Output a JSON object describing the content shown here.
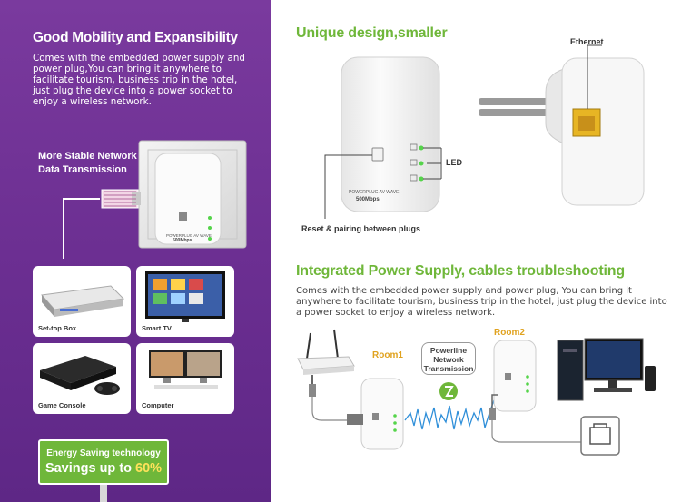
{
  "left": {
    "heading": "Good Mobility and Expansibility",
    "body": "Comes with the embedded power supply and power plug,You can bring it anywhere to facilitate tourism, business trip in the hotel, just plug the device into a power socket to enjoy a wireless network.",
    "stable_line1": "More Stable Network",
    "stable_line2": "Data Transmission",
    "tiles": [
      {
        "label": "Set-top Box"
      },
      {
        "label": "Smart TV"
      },
      {
        "label": "Game Console"
      },
      {
        "label": "Computer"
      }
    ],
    "energy_line1": "Energy Saving technology",
    "energy_line2_prefix": "Savings up to ",
    "energy_line2_value": "60%"
  },
  "right": {
    "heading1": "Unique design,smaller",
    "ethernet_label": "Ethernet",
    "led_label": "LED",
    "reset_label": "Reset & pairing between plugs",
    "device_text1": "POWERPLUG AV WAVE",
    "device_text2": "500Mbps",
    "heading2": "Integrated Power Supply, cables troubleshooting",
    "body2": "Comes with the embedded power supply and power plug, You can bring it anywhere to facilitate tourism, business trip in the hotel, just plug the device into a power socket to enjoy a wireless network.",
    "room1": "Room1",
    "room2": "Room2",
    "powerline": "Powerline Network Transmission"
  },
  "colors": {
    "purple": "#6c2f92",
    "green": "#6fb73a",
    "orange": "#e0a21e"
  }
}
